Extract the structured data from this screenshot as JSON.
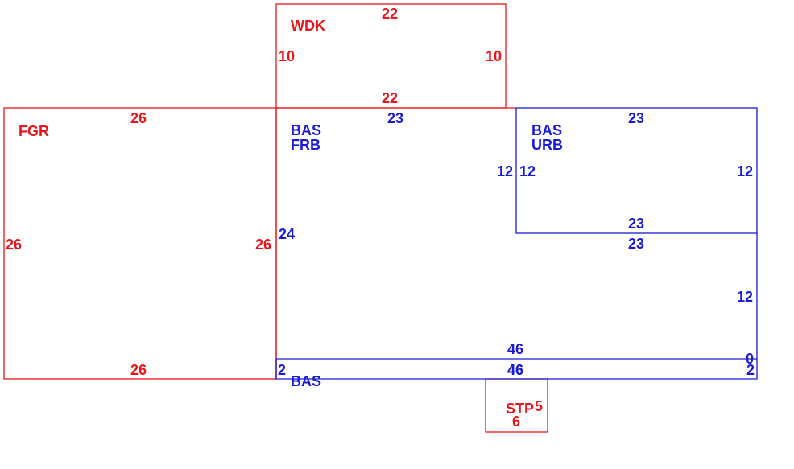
{
  "colors": {
    "red": "#e8161b",
    "blue": "#1a1ad6",
    "background": "#ffffff"
  },
  "areas": {
    "wdk": {
      "code": "WDK",
      "top": "22",
      "bottom": "22",
      "left": "10",
      "right": "10"
    },
    "fgr": {
      "code": "FGR",
      "top": "26",
      "bottom": "26",
      "left": "26",
      "right": "26"
    },
    "bas_frb": {
      "code_line1": "BAS",
      "code_line2": "FRB",
      "top": "23",
      "left": "24",
      "right": "12"
    },
    "bas_urb": {
      "code_line1": "BAS",
      "code_line2": "URB",
      "top": "23",
      "bottom": "23",
      "left": "12",
      "right": "12"
    },
    "bas_main": {
      "top": "23",
      "right": "12",
      "bottom": "46"
    },
    "bas_strip": {
      "code": "BAS",
      "top": "46",
      "bottom": "46",
      "left": "2",
      "right": "2",
      "corner": "0"
    },
    "stp": {
      "code": "STP",
      "right": "5",
      "bottom": "6"
    }
  }
}
